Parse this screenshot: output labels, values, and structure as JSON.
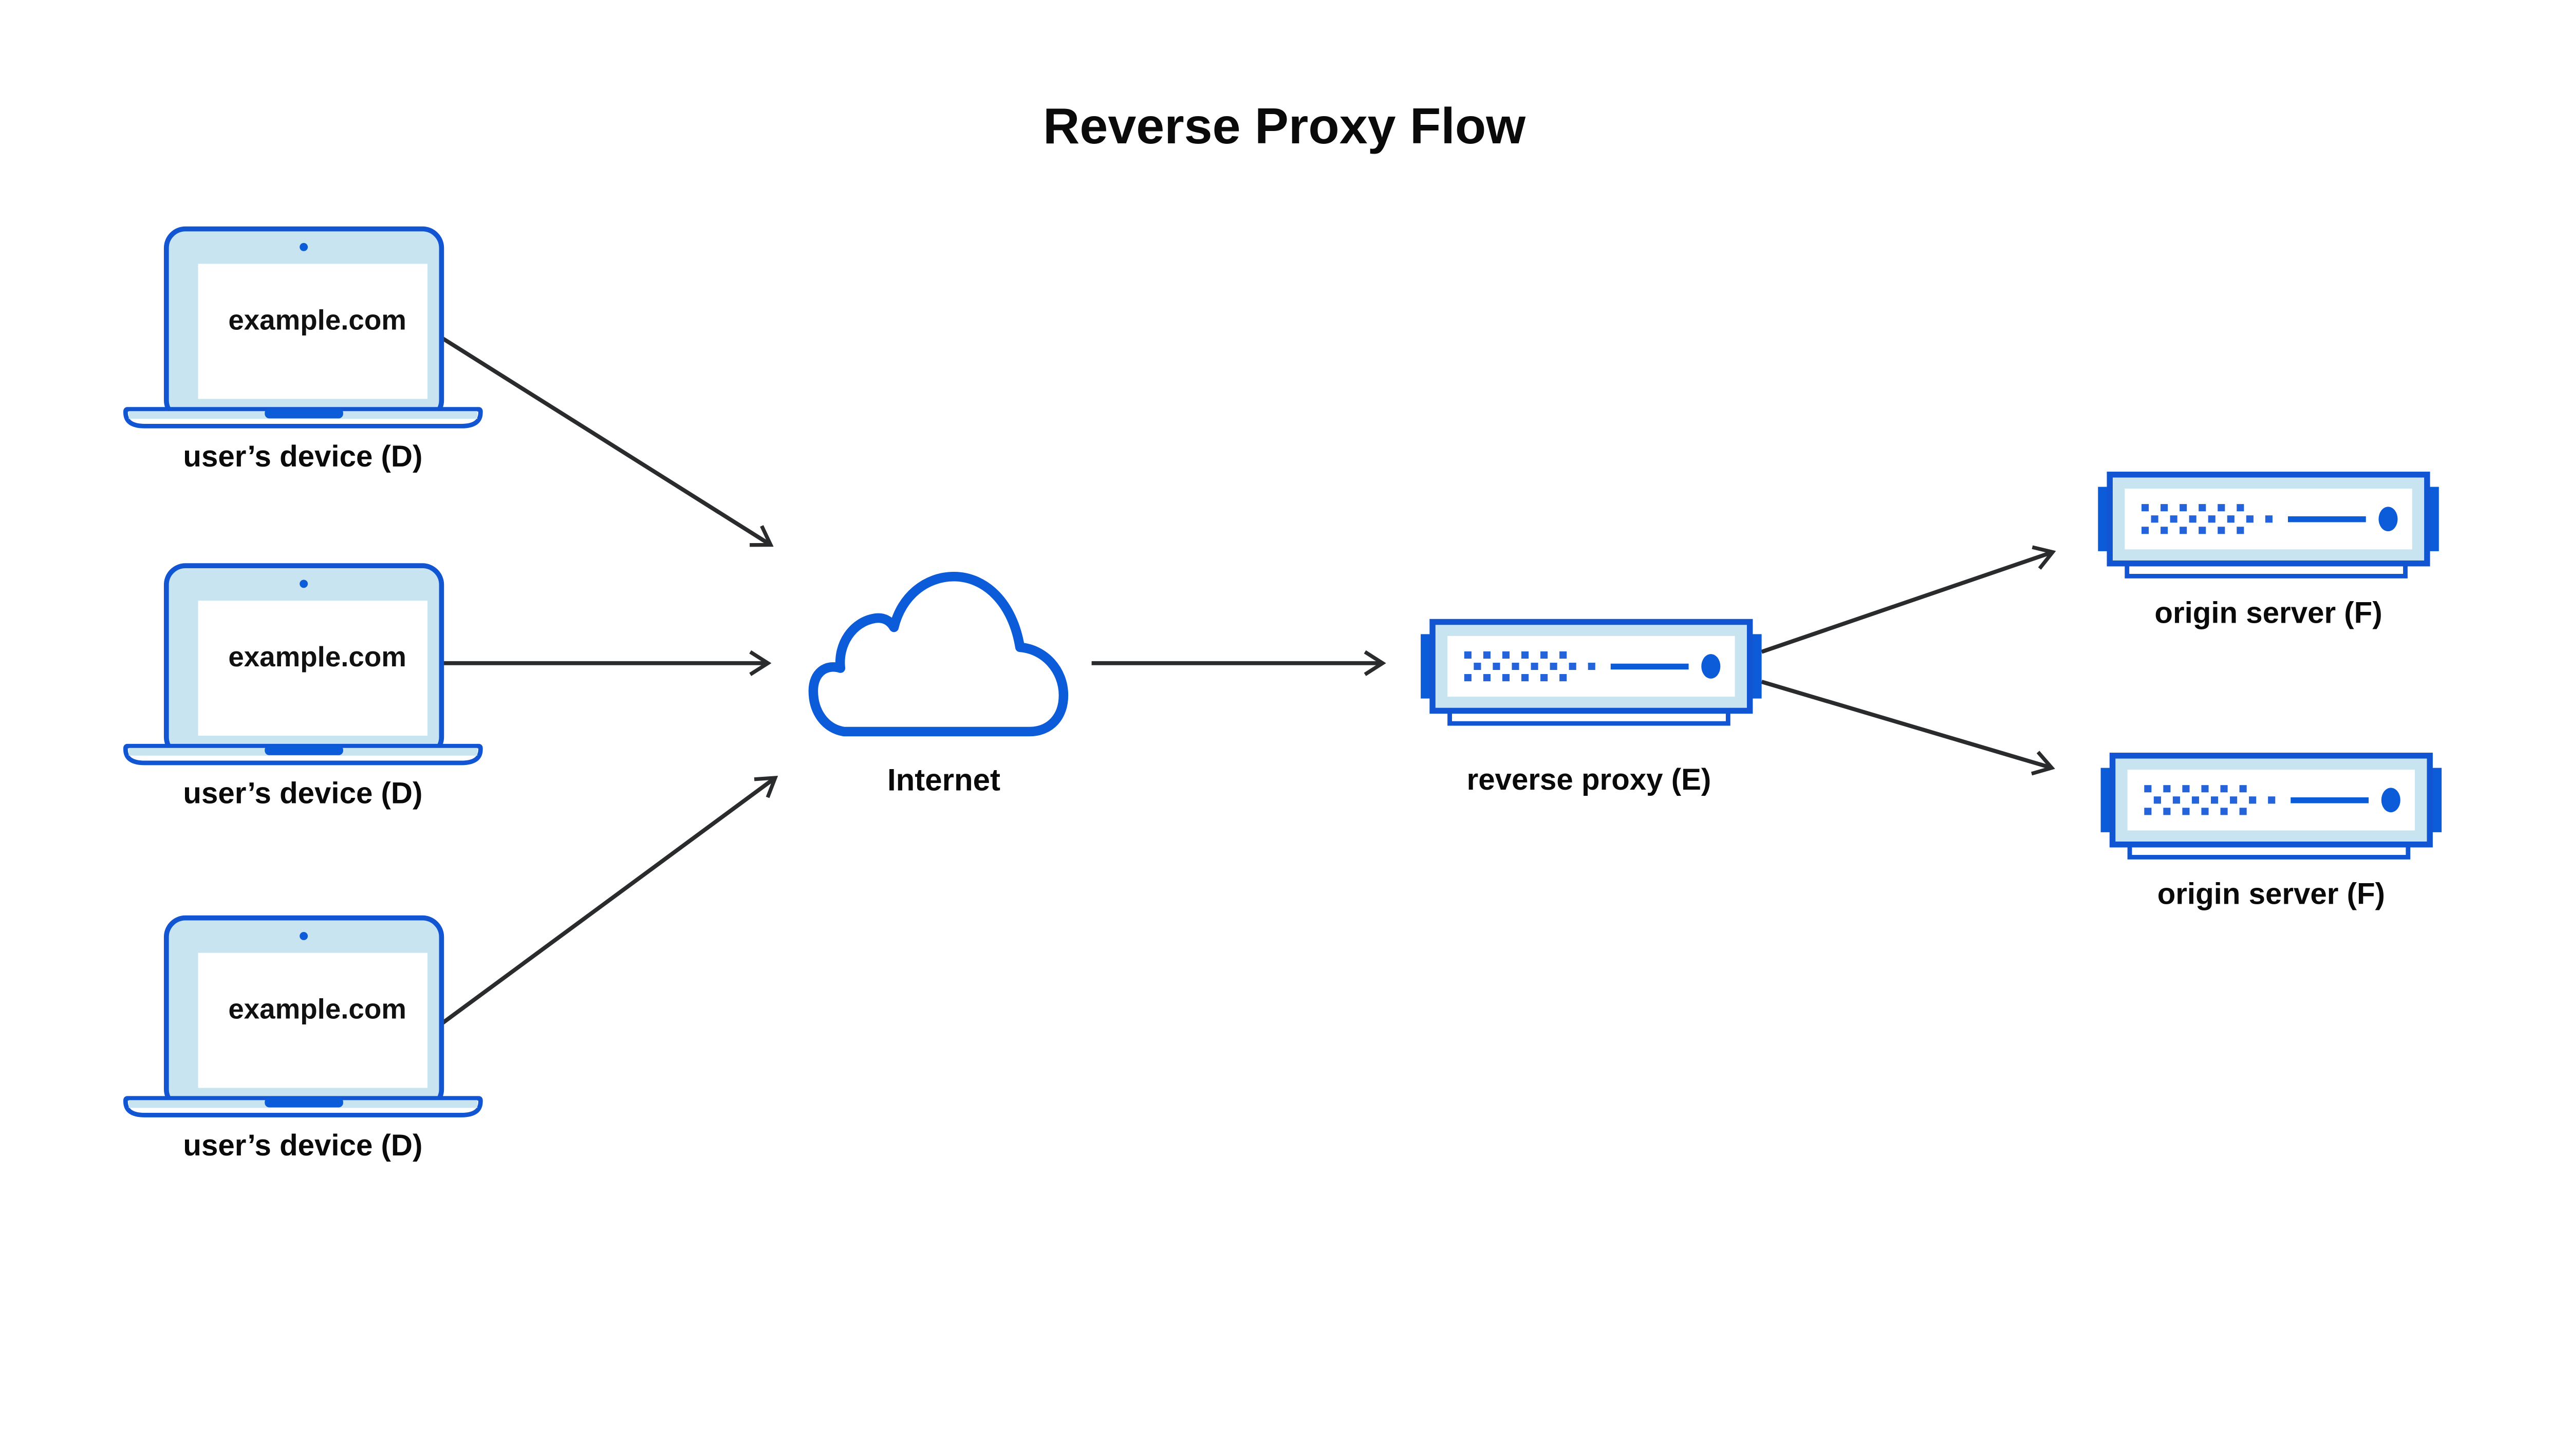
{
  "title": "Reverse Proxy Flow",
  "devices": [
    {
      "screen_text": "example.com",
      "label": "user’s device (D)"
    },
    {
      "screen_text": "example.com",
      "label": "user’s device (D)"
    },
    {
      "screen_text": "example.com",
      "label": "user’s device (D)"
    }
  ],
  "internet": {
    "label": "Internet"
  },
  "reverse_proxy": {
    "label": "reverse proxy (E)"
  },
  "origin_servers": [
    {
      "label": "origin server (F)"
    },
    {
      "label": "origin server (F)"
    }
  ],
  "flow": {
    "arrows": [
      {
        "from": "user’s device (D) #1",
        "to": "Internet"
      },
      {
        "from": "user’s device (D) #2",
        "to": "Internet"
      },
      {
        "from": "user’s device (D) #3",
        "to": "Internet"
      },
      {
        "from": "Internet",
        "to": "reverse proxy (E)"
      },
      {
        "from": "reverse proxy (E)",
        "to": "origin server (F) #1"
      },
      {
        "from": "reverse proxy (E)",
        "to": "origin server (F) #2"
      }
    ]
  },
  "icons": [
    "laptop-icon",
    "cloud-icon",
    "server-icon",
    "arrowhead-icon"
  ],
  "colors": {
    "outline_blue": "#1155d2",
    "solid_blue": "#0c5cd9",
    "dot_blue": "#2563db",
    "light_blue": "#c8e4f0",
    "arrow": "#2a2b2d",
    "text": "#0a0a0a",
    "background": "#ffffff"
  }
}
